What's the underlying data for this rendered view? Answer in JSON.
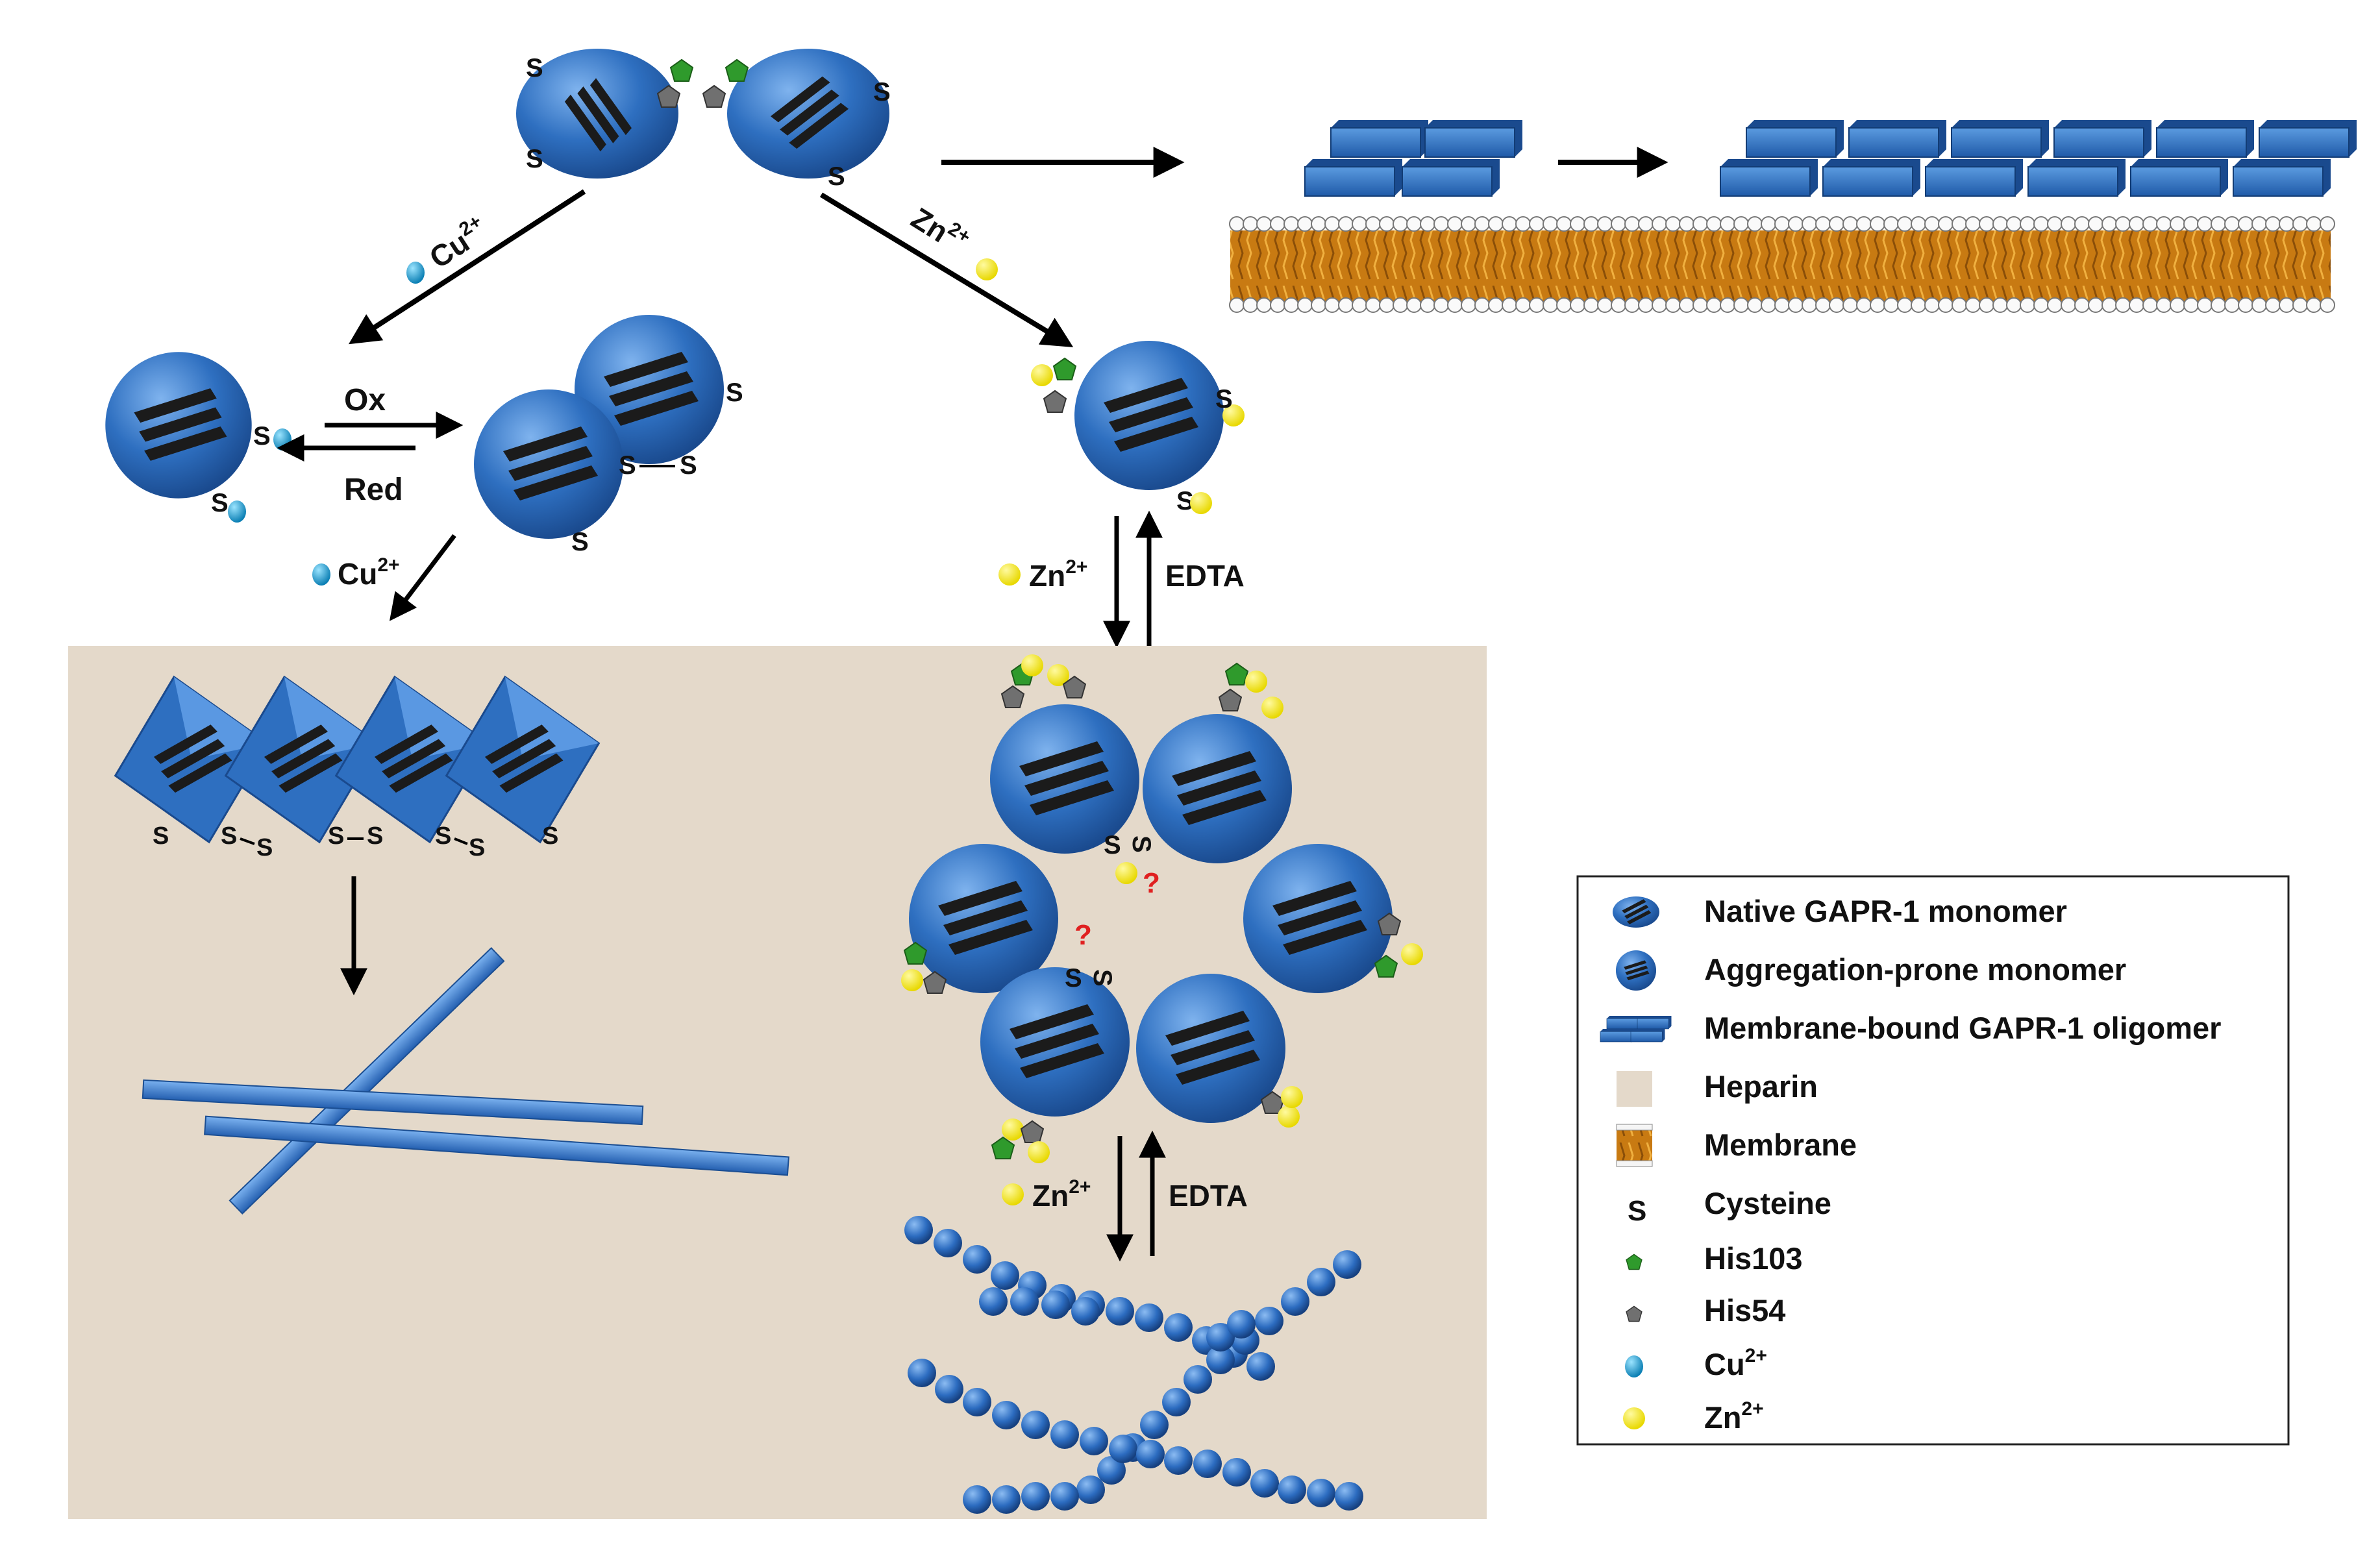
{
  "labels": {
    "cys": "S",
    "cu_ion": "Cu",
    "zn_ion": "Zn",
    "charge": "2+",
    "ox": "Ox",
    "red": "Red",
    "edta": "EDTA",
    "unknown": "?"
  },
  "legend": {
    "items": [
      {
        "label": "Native GAPR-1 monomer"
      },
      {
        "label": "Aggregation-prone monomer"
      },
      {
        "label": "Membrane-bound GAPR-1 oligomer"
      },
      {
        "label": "Heparin"
      },
      {
        "label": "Membrane"
      },
      {
        "label": "Cysteine"
      },
      {
        "label": "His103"
      },
      {
        "label": "His54"
      },
      {
        "label": "Cu",
        "sup": "2+"
      },
      {
        "label": "Zn",
        "sup": "2+"
      }
    ]
  },
  "colors": {
    "protein_blue": "#2e6fc0",
    "protein_dark": "#1d4f96",
    "heparin": "#e6dccd",
    "cu_blue": "#1aa3d9",
    "zn_yellow": "#f4ea12",
    "his103_green": "#2f8a2a",
    "his54_gray": "#6b6b6b",
    "membrane_orange": "#d8891b",
    "question_red": "#e02020"
  }
}
